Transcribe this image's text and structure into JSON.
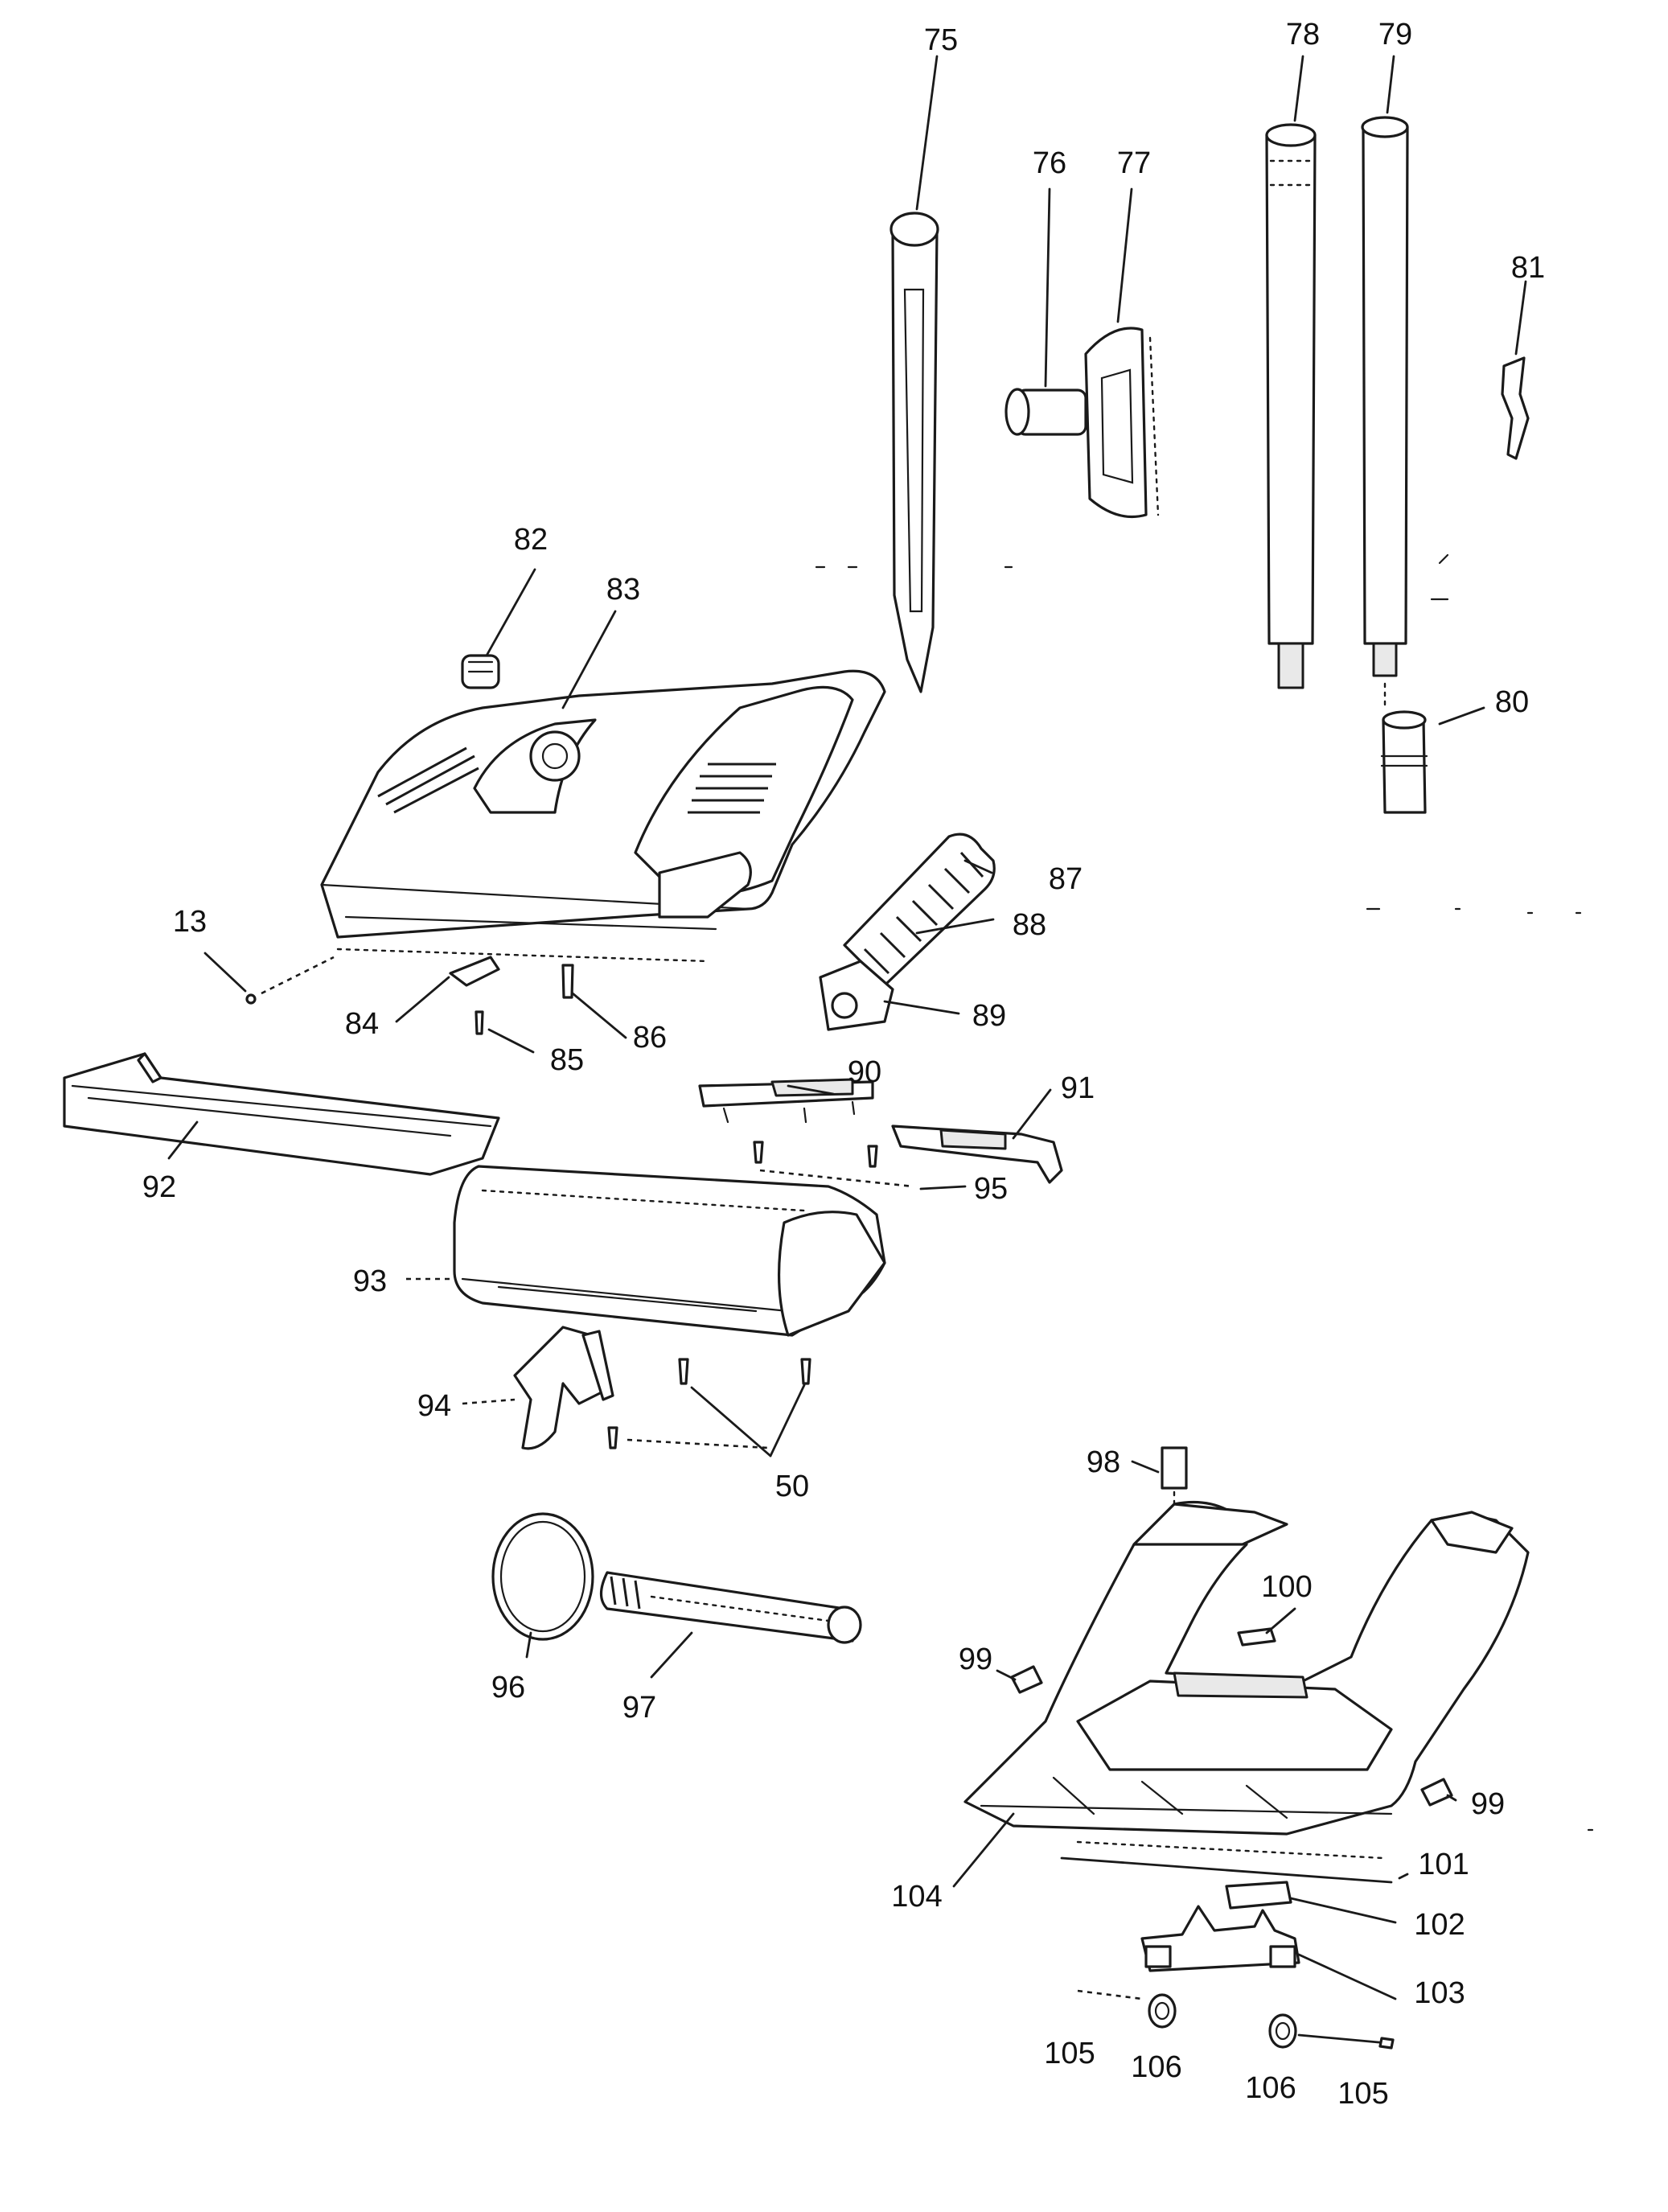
{
  "callouts": {
    "c13": "13",
    "c50": "50",
    "c75": "75",
    "c76": "76",
    "c77": "77",
    "c78": "78",
    "c79": "79",
    "c80": "80",
    "c81": "81",
    "c82": "82",
    "c83": "83",
    "c84": "84",
    "c85": "85",
    "c86": "86",
    "c87": "87",
    "c88": "88",
    "c89": "89",
    "c90": "90",
    "c91": "91",
    "c92": "92",
    "c93": "93",
    "c94": "94",
    "c95": "95",
    "c96": "96",
    "c97": "97",
    "c98": "98",
    "c99a": "99",
    "c99b": "99",
    "c100": "100",
    "c101": "101",
    "c102": "102",
    "c103": "103",
    "c104": "104",
    "c105a": "105",
    "c105b": "105",
    "c106a": "106",
    "c106b": "106"
  }
}
